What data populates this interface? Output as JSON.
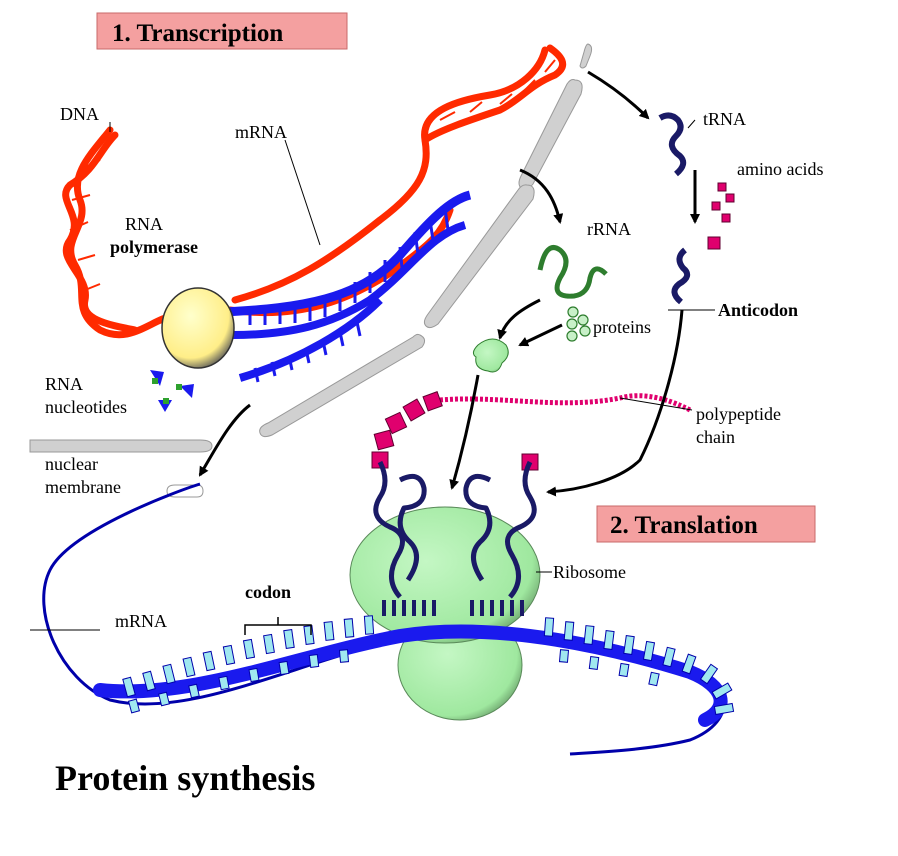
{
  "sections": {
    "transcription": "1. Transcription",
    "translation": "2. Translation"
  },
  "labels": {
    "dna": "DNA",
    "mrna_top": "mRNA",
    "rna_polymerase_1": "RNA",
    "rna_polymerase_2": "polymerase",
    "rna_nucleotides_1": "RNA",
    "rna_nucleotides_2": "nucleotides",
    "nuclear_membrane_1": "nuclear",
    "nuclear_membrane_2": "membrane",
    "trna": "tRNA",
    "amino_acids": "amino acids",
    "rrna": "rRNA",
    "proteins": "proteins",
    "anticodon": "Anticodon",
    "polypeptide_1": "polypeptide",
    "polypeptide_2": "chain",
    "ribosome": "Ribosome",
    "codon": "codon",
    "mrna_bottom": "mRNA"
  },
  "title": "Protein synthesis",
  "colors": {
    "dna": "#ff2a00",
    "mrna": "#1a1aee",
    "mrna_dark": "#0000aa",
    "polymerase": "#ffff99",
    "ribosome": "#a8f0a8",
    "trna": "#1a1a66",
    "rrna": "#2e7d2e",
    "amino_acid": "#e0006e",
    "banner": "#f4a0a0",
    "membrane": "#cccccc",
    "codon_base": "#a0e8f0"
  },
  "icons": [
    "arrow-icon",
    "amino-acid-icon",
    "nucleotide-icon"
  ]
}
